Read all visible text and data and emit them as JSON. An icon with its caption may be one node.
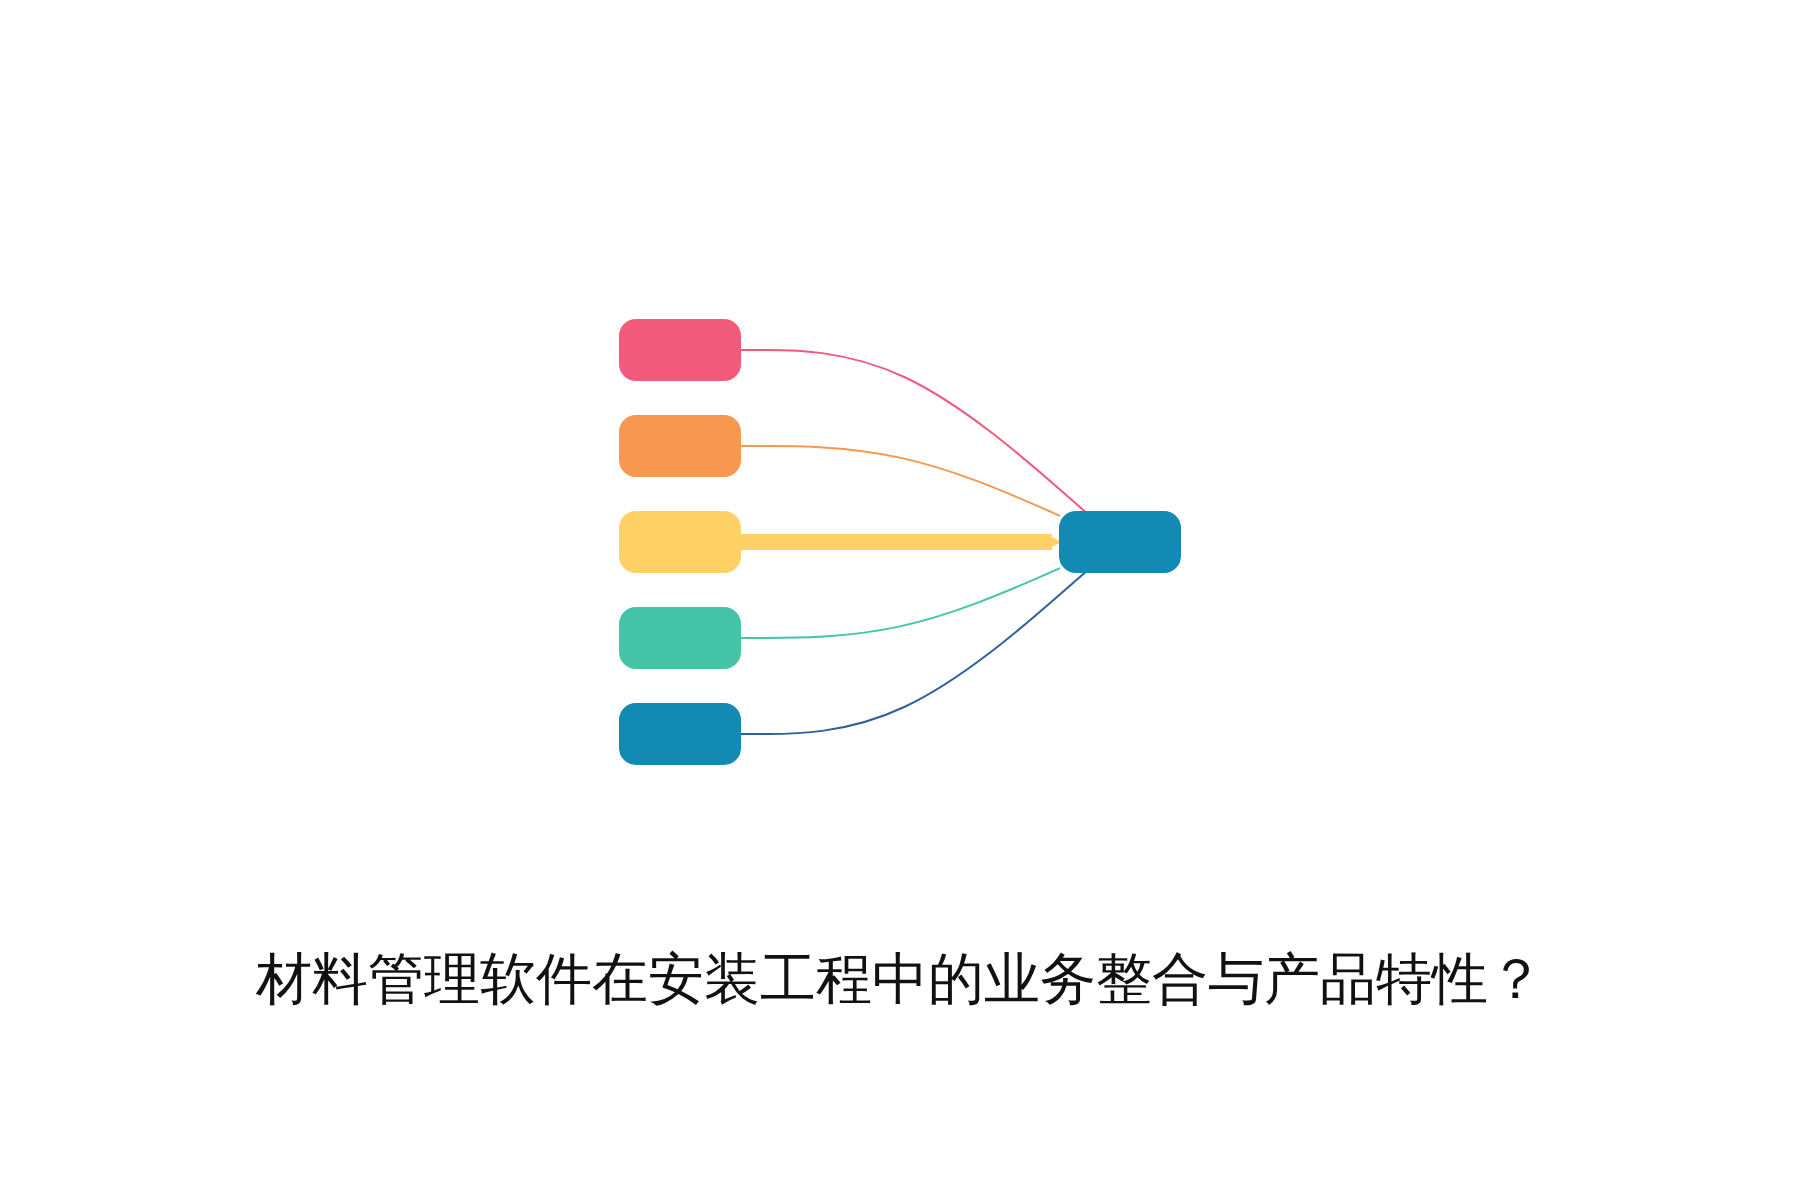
{
  "diagram": {
    "title": "材料管理软件在安装工程中的业务整合与产品特性？",
    "nodes": [
      {
        "text": [],
        "shape": "box"
      },
      {
        "text": [],
        "shape": "box"
      },
      {
        "text": [],
        "shape": "box"
      },
      {
        "text": [],
        "shape": "box"
      },
      {
        "text": [],
        "shape": "box"
      },
      {
        "text": [],
        "shape": "box"
      }
    ],
    "edges": [
      {
        "from": 0,
        "to": 5,
        "arrow": "none",
        "color": "#f25a7c"
      },
      {
        "from": 1,
        "to": 5,
        "arrow": "none",
        "color": "#f79750"
      },
      {
        "from": 2,
        "to": 5,
        "arrow": "to",
        "style": "thick",
        "color": "#ffd166"
      },
      {
        "from": 3,
        "to": 5,
        "arrow": "none",
        "color": "#45c4a8"
      },
      {
        "from": 4,
        "to": 5,
        "arrow": "none",
        "color": "#2f5f9e"
      }
    ]
  }
}
